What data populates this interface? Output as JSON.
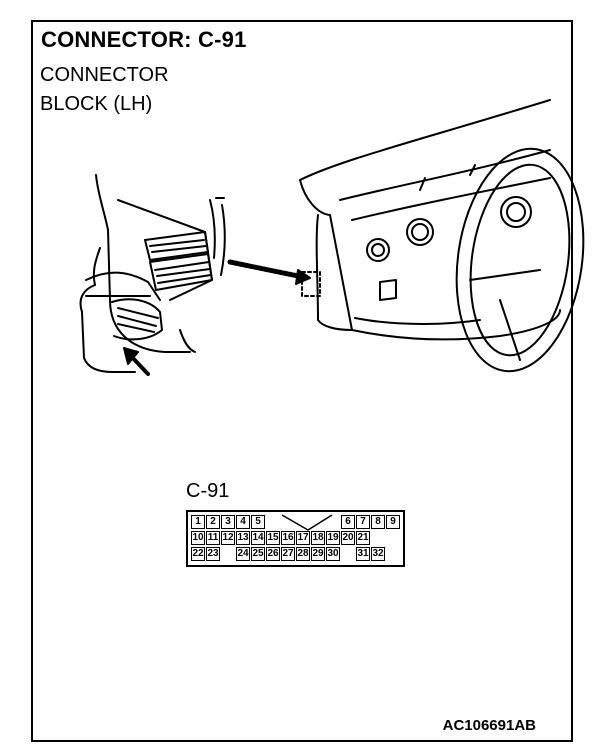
{
  "header": {
    "title": "CONNECTOR: C-91"
  },
  "caption": {
    "line1": "CONNECTOR",
    "line2": "BLOCK (LH)"
  },
  "connector": {
    "label": "C-91",
    "pins": [
      {
        "label": "1",
        "row": 0,
        "col": 0
      },
      {
        "label": "2",
        "row": 0,
        "col": 1
      },
      {
        "label": "3",
        "row": 0,
        "col": 2
      },
      {
        "label": "4",
        "row": 0,
        "col": 3
      },
      {
        "label": "5",
        "row": 0,
        "col": 4
      },
      {
        "label": "6",
        "row": 0,
        "col": 10
      },
      {
        "label": "7",
        "row": 0,
        "col": 11
      },
      {
        "label": "8",
        "row": 0,
        "col": 12
      },
      {
        "label": "9",
        "row": 0,
        "col": 13
      },
      {
        "label": "10",
        "row": 1,
        "col": 0
      },
      {
        "label": "11",
        "row": 1,
        "col": 1
      },
      {
        "label": "12",
        "row": 1,
        "col": 2
      },
      {
        "label": "13",
        "row": 1,
        "col": 3
      },
      {
        "label": "14",
        "row": 1,
        "col": 4
      },
      {
        "label": "15",
        "row": 1,
        "col": 5
      },
      {
        "label": "16",
        "row": 1,
        "col": 6
      },
      {
        "label": "17",
        "row": 1,
        "col": 7
      },
      {
        "label": "18",
        "row": 1,
        "col": 8
      },
      {
        "label": "19",
        "row": 1,
        "col": 9
      },
      {
        "label": "20",
        "row": 1,
        "col": 10
      },
      {
        "label": "21",
        "row": 1,
        "col": 11
      },
      {
        "label": "22",
        "row": 2,
        "col": 0
      },
      {
        "label": "23",
        "row": 2,
        "col": 1
      },
      {
        "label": "24",
        "row": 2,
        "col": 3
      },
      {
        "label": "25",
        "row": 2,
        "col": 4
      },
      {
        "label": "26",
        "row": 2,
        "col": 5
      },
      {
        "label": "27",
        "row": 2,
        "col": 6
      },
      {
        "label": "28",
        "row": 2,
        "col": 7
      },
      {
        "label": "29",
        "row": 2,
        "col": 8
      },
      {
        "label": "30",
        "row": 2,
        "col": 9
      },
      {
        "label": "31",
        "row": 2,
        "col": 11
      },
      {
        "label": "32",
        "row": 2,
        "col": 12
      }
    ]
  },
  "footer": {
    "figure_id": "AC106691AB"
  }
}
